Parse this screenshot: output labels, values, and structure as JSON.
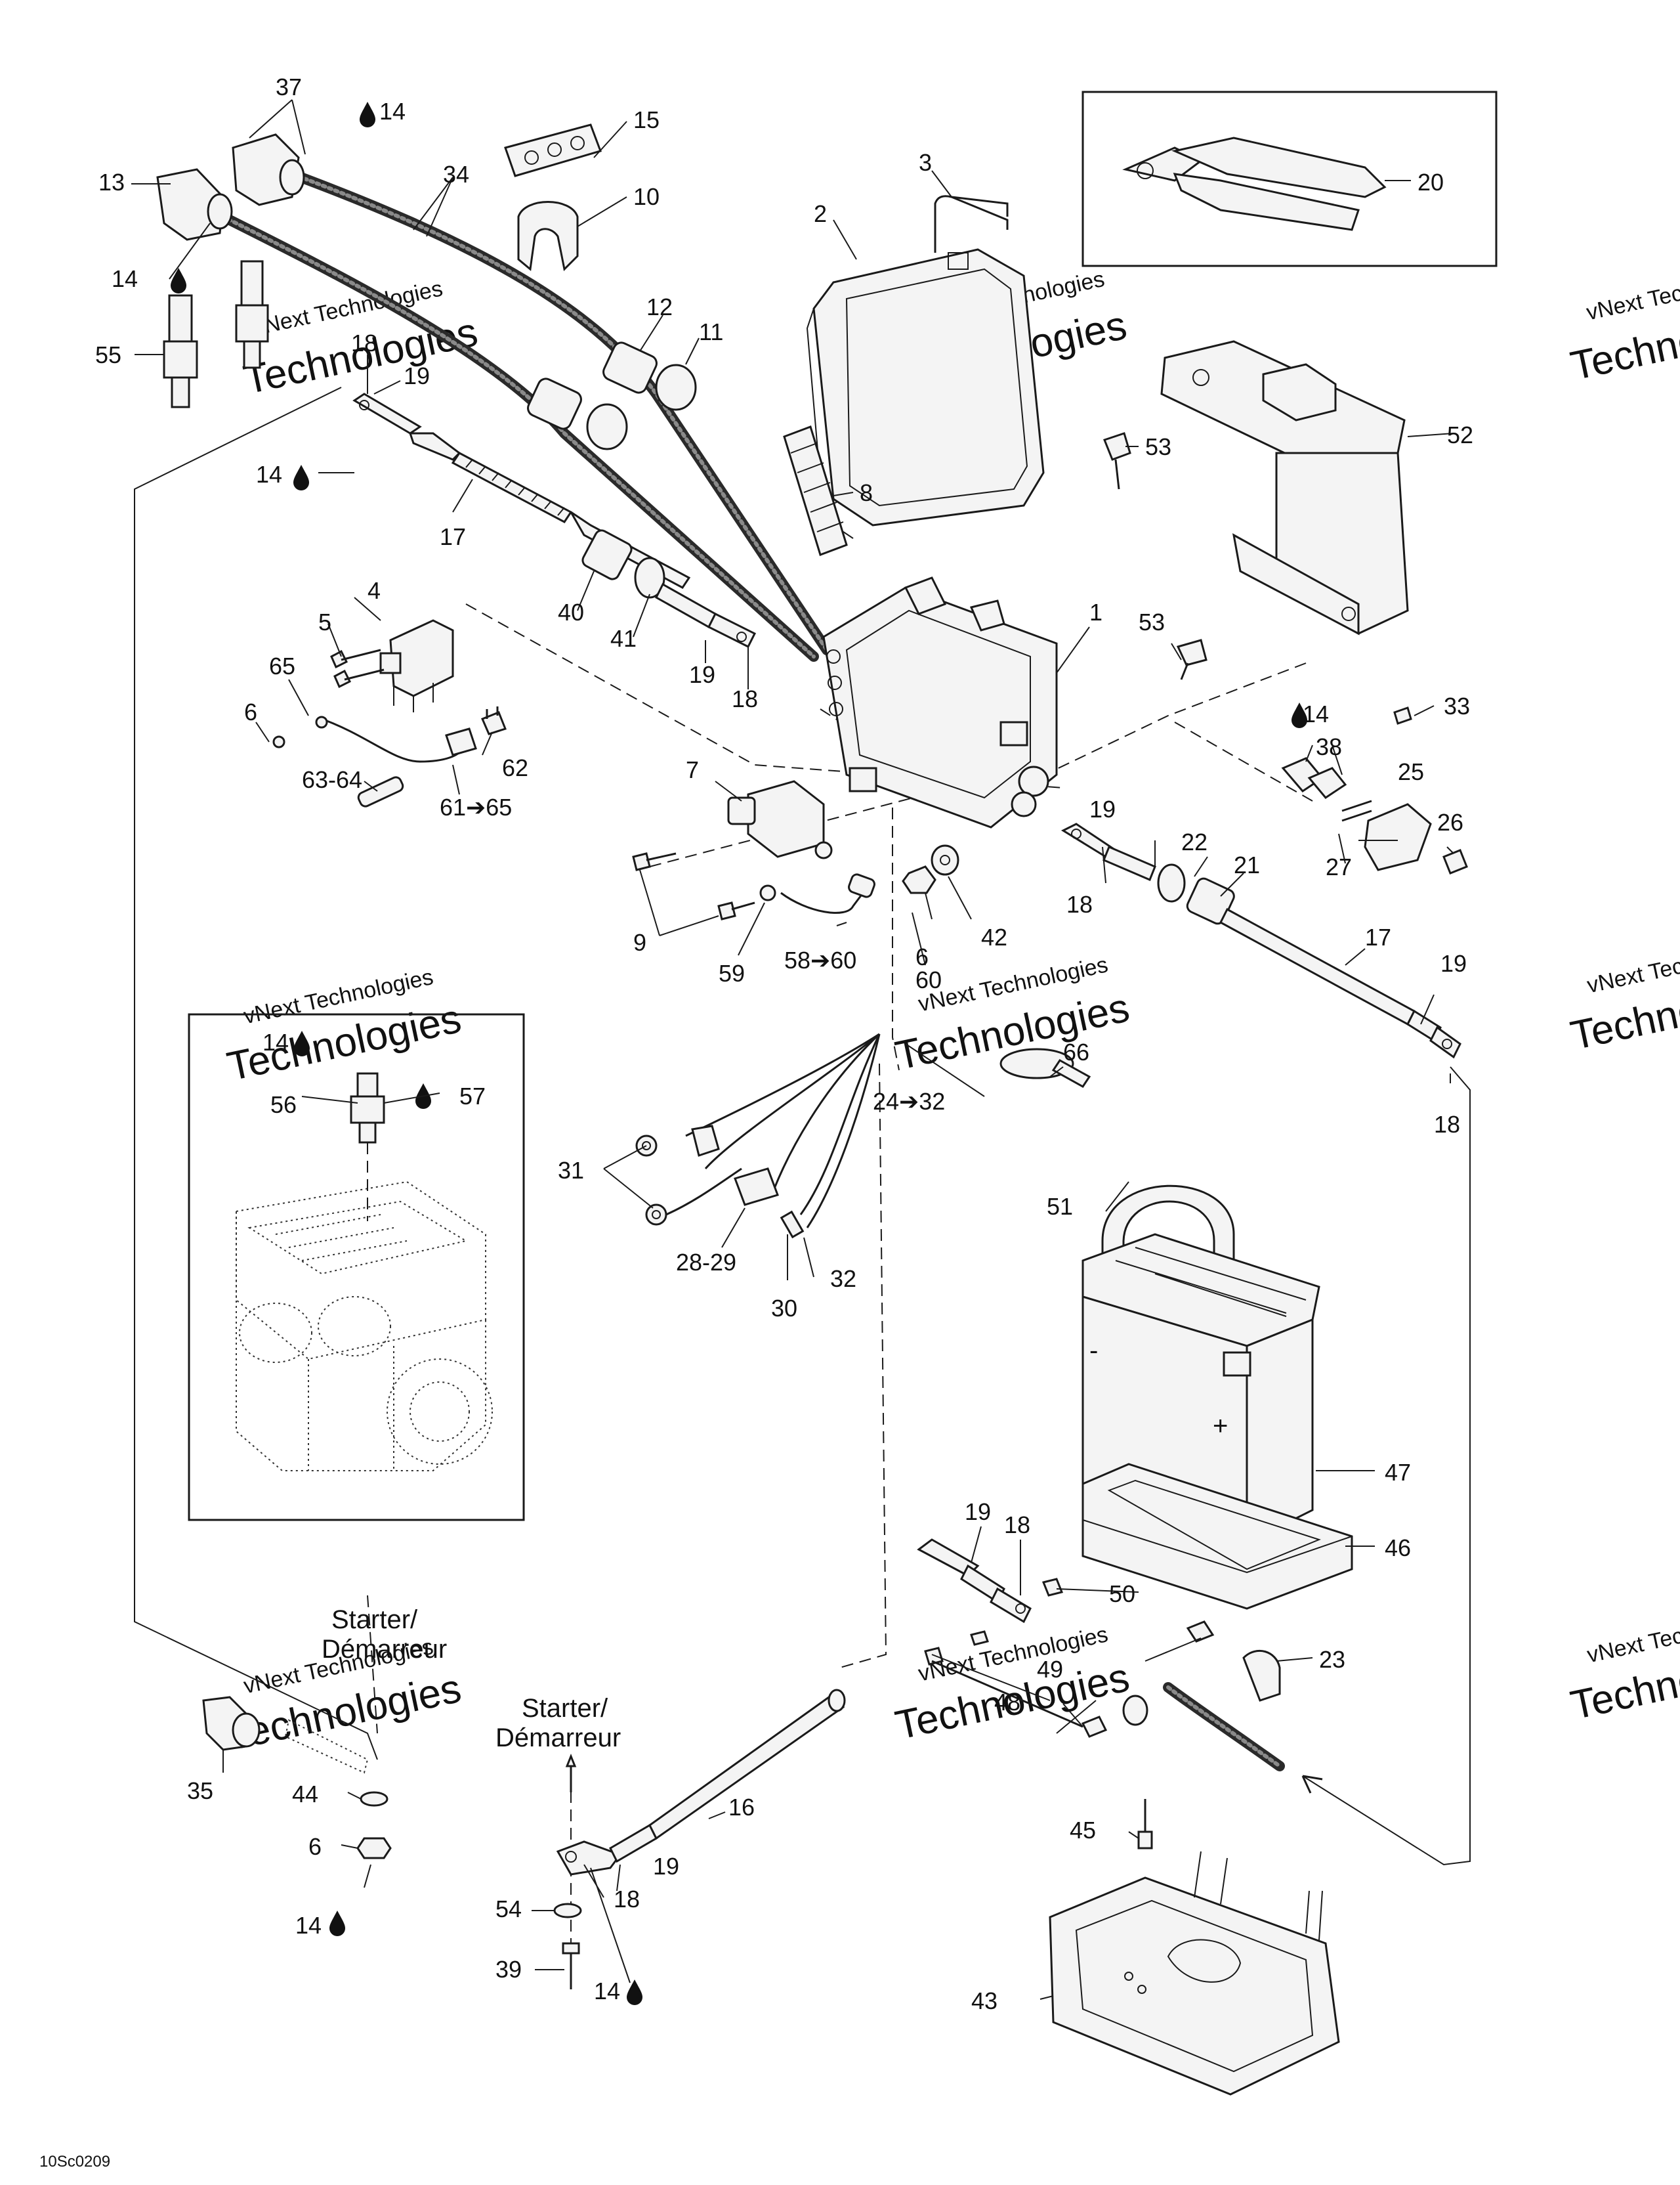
{
  "callouts": {
    "c1": "1",
    "c2": "2",
    "c3": "3",
    "c4": "4",
    "c5": "5",
    "c6a": "6",
    "c6b": "6",
    "c6c": "6",
    "c7": "7",
    "c8": "8",
    "c9": "9",
    "c10": "10",
    "c11": "11",
    "c12": "12",
    "c13": "13",
    "c14a": "14",
    "c14b": "14",
    "c14c": "14",
    "c14d": "14",
    "c14e": "14",
    "c14f": "14",
    "c14g": "14",
    "c15": "15",
    "c16": "16",
    "c17a": "17",
    "c17b": "17",
    "c18a": "18",
    "c18b": "18",
    "c18c": "18",
    "c18d": "18",
    "c18e": "18",
    "c18f": "18",
    "c19a": "19",
    "c19b": "19",
    "c19c": "19",
    "c19d": "19",
    "c19e": "19",
    "c19f": "19",
    "c20": "20",
    "c21": "21",
    "c22": "22",
    "c23": "23",
    "c24": "24➔32",
    "c25": "25",
    "c26": "26",
    "c27": "27",
    "c28": "28-29",
    "c30": "30",
    "c31": "31",
    "c32": "32",
    "c33": "33",
    "c34": "34",
    "c35": "35",
    "c37": "37",
    "c38": "38",
    "c39": "39",
    "c40": "40",
    "c41": "41",
    "c42": "42",
    "c43": "43",
    "c44": "44",
    "c45": "45",
    "c46": "46",
    "c47": "47",
    "c48": "48",
    "c49": "49",
    "c50": "50",
    "c51": "51",
    "c52": "52",
    "c53a": "53",
    "c53b": "53",
    "c54": "54",
    "c55": "55",
    "c56": "56",
    "c57": "57",
    "c58": "58➔60",
    "c59": "59",
    "c60": "60",
    "c61": "61➔65",
    "c62": "62",
    "c63": "63-64",
    "c65": "65",
    "c66": "66"
  },
  "labels": {
    "starter_top_1": "Starter/",
    "starter_top_2": "Démarreur",
    "starter_bot_1": "Starter/",
    "starter_bot_2": "Démarreur",
    "battery_minus": "-",
    "battery_plus": "+",
    "drawing_code": "10Sc0209"
  },
  "watermark": {
    "line1": "vNext Technologies",
    "line2": "Technologies",
    "line3": "vNext"
  }
}
